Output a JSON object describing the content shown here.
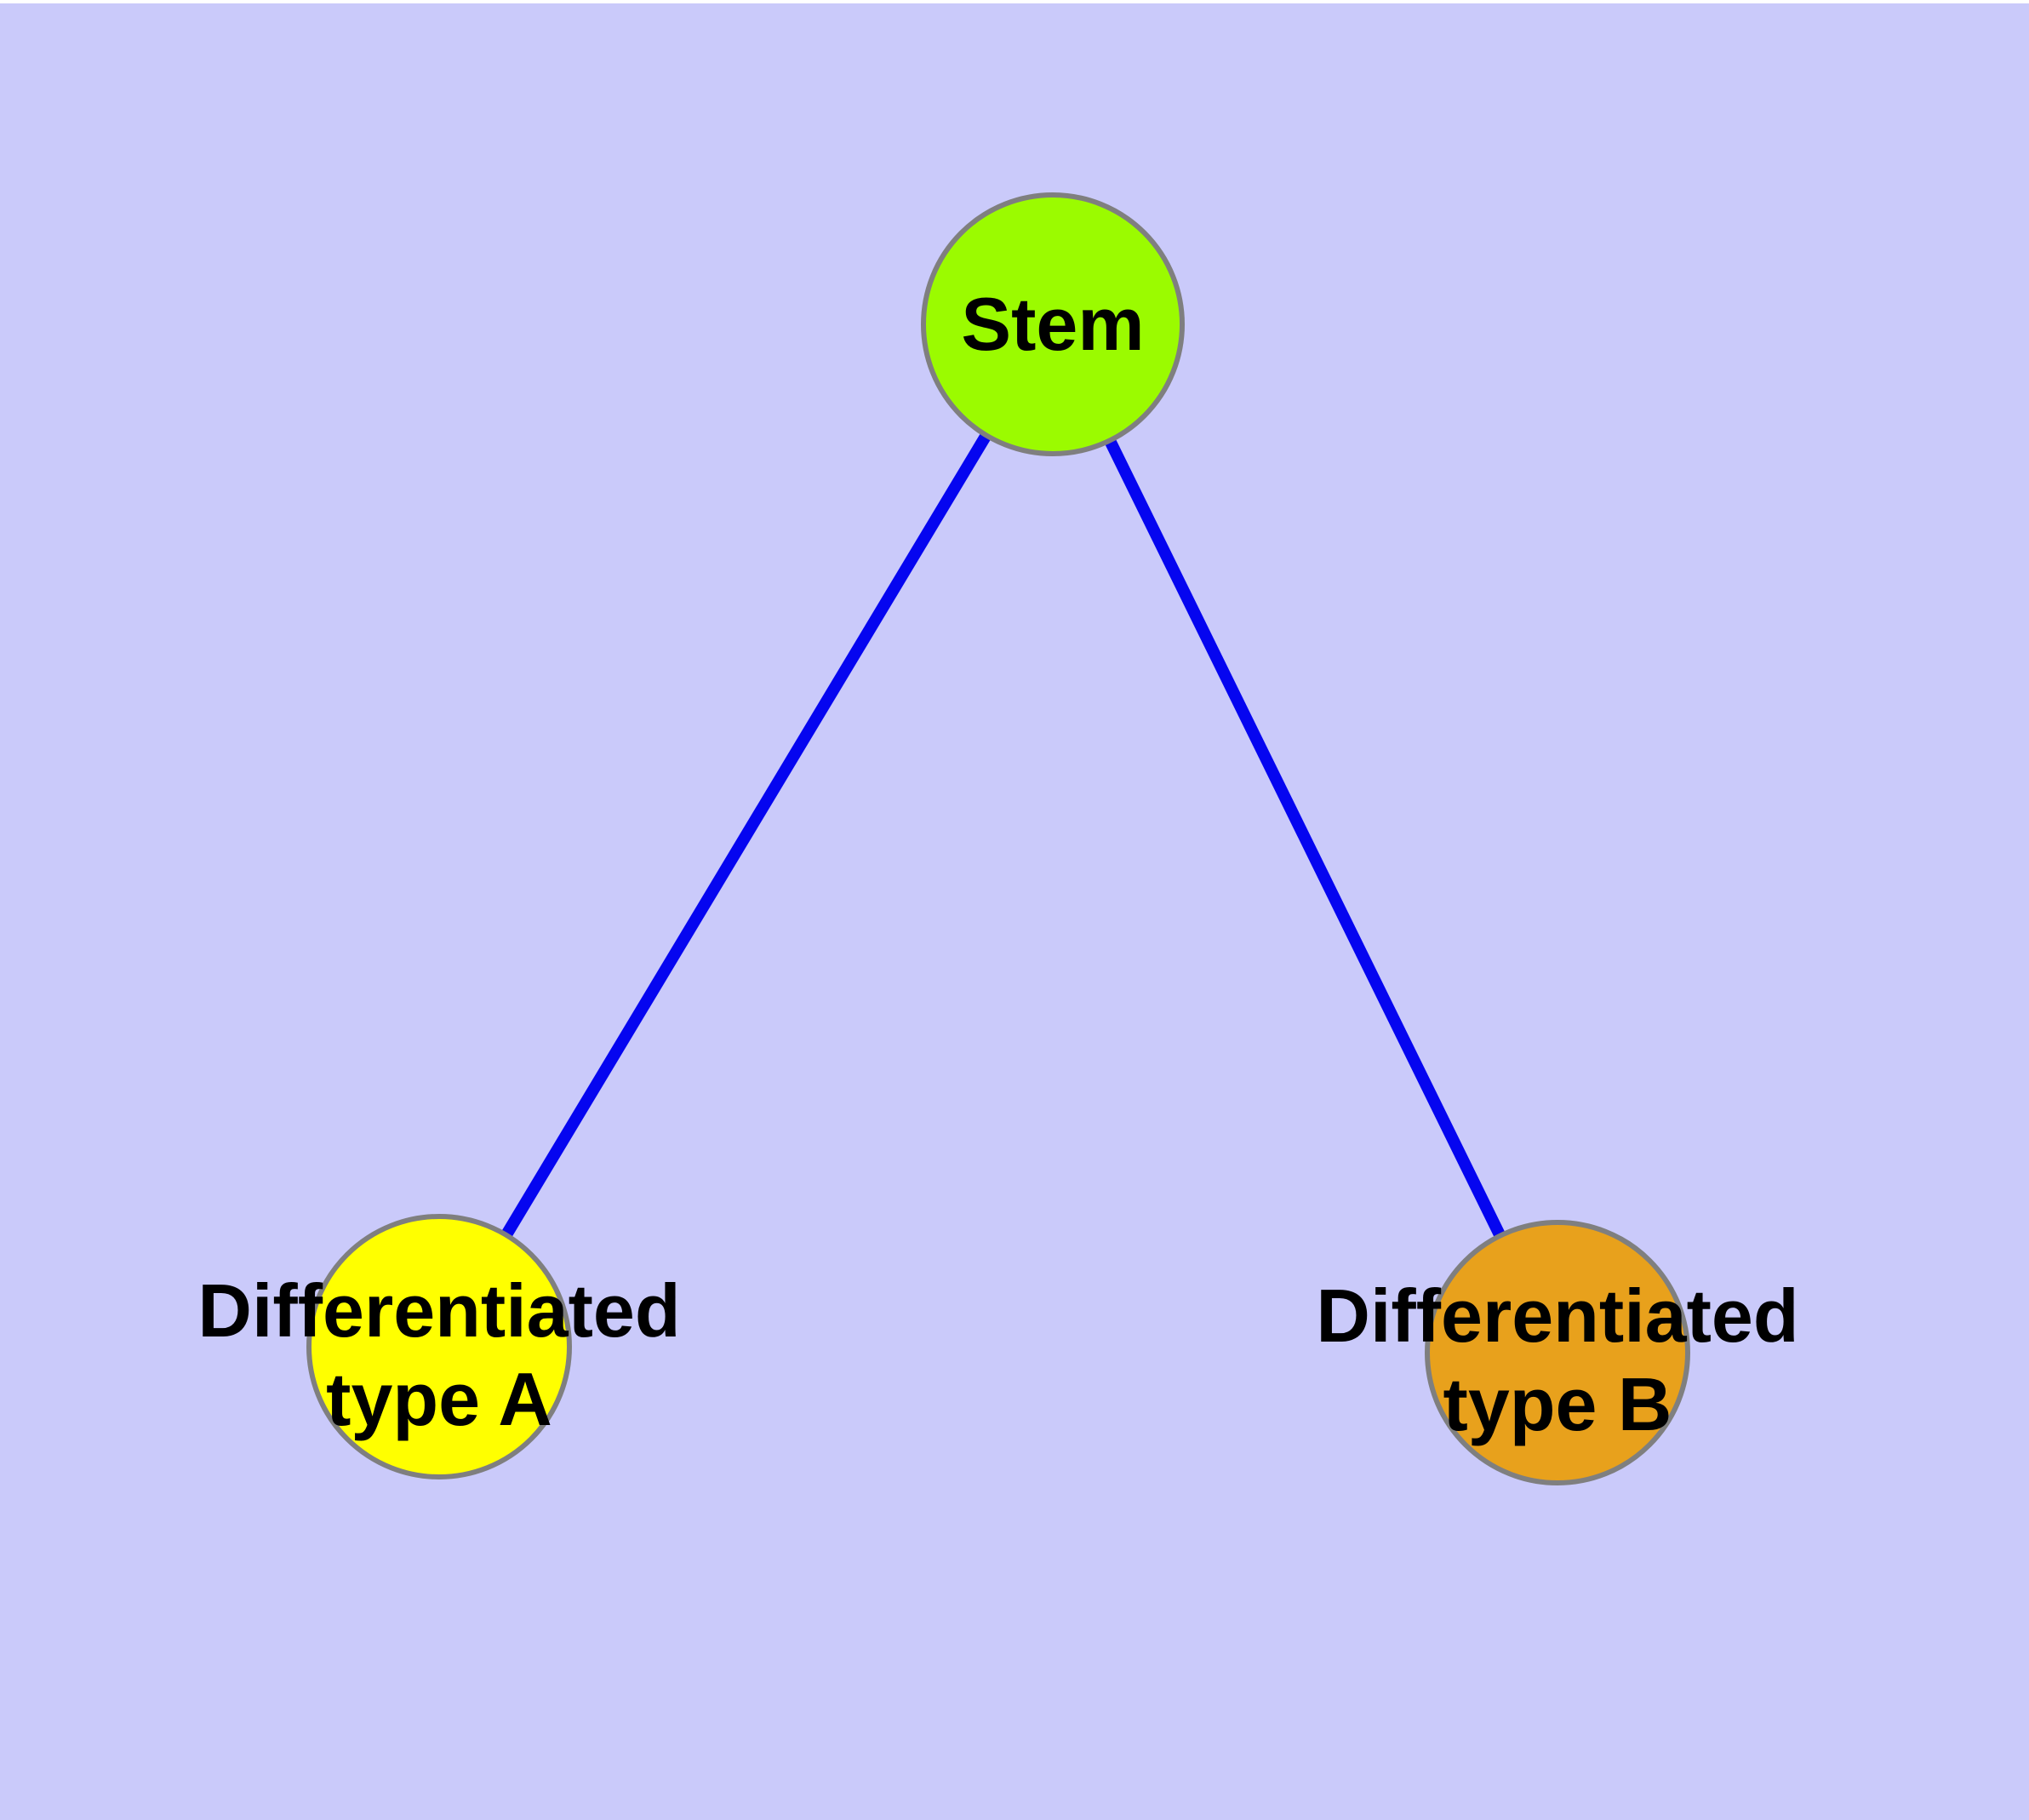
{
  "canvas": {
    "background_color": "#CACAFA",
    "top_edge_color": "#FFFFFF"
  },
  "diagram": {
    "type": "graph",
    "node_border_color": "#7F7F7F",
    "edge_color": "#0505F0",
    "nodes": {
      "stem": {
        "label": "Stem",
        "fill": "#9BFB00"
      },
      "type_a": {
        "label": "Differentiated\ntype A",
        "fill": "#FFFF00"
      },
      "type_b": {
        "label": "Differentiated\ntype B",
        "fill": "#E8A11C"
      }
    },
    "edges": [
      {
        "from": "stem",
        "to": "type_a"
      },
      {
        "from": "stem",
        "to": "type_b"
      }
    ]
  }
}
